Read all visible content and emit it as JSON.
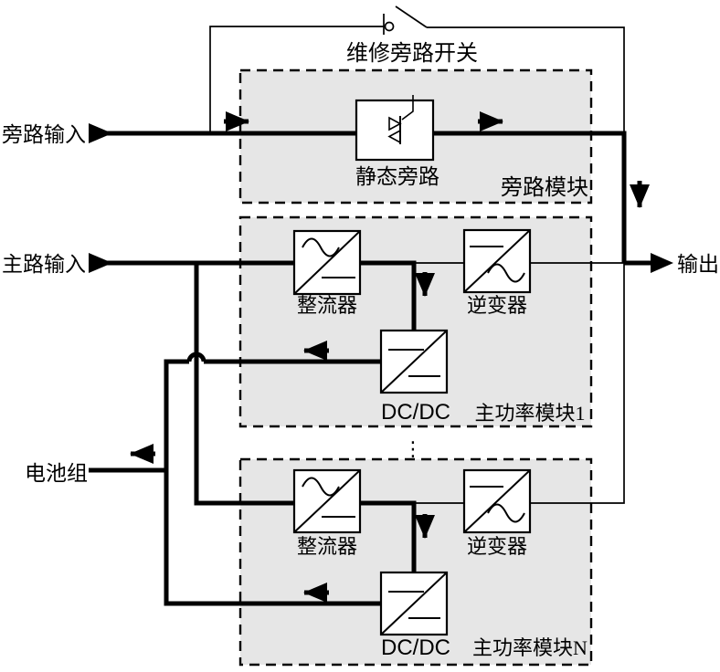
{
  "diagram_type": "ups-modular-system-block-diagram",
  "labels": {
    "bypass_input": "旁路输入",
    "main_input": "主路输入",
    "battery_group": "电池组",
    "maintenance_bypass_switch": "维修旁路开关",
    "static_bypass": "静态旁路",
    "bypass_module": "旁路模块",
    "rectifier": "整流器",
    "inverter": "逆变器",
    "dc_dc": "DC/DC",
    "main_power_module_1": "主功率模块1",
    "main_power_module_n": "主功率模块N",
    "output": "输出",
    "continuation_dots": "⋮"
  },
  "colors": {
    "wire": "#000000",
    "module_fill": "#e6e6e6",
    "block_fill": "#ffffff",
    "canvas": "#ffffff"
  }
}
